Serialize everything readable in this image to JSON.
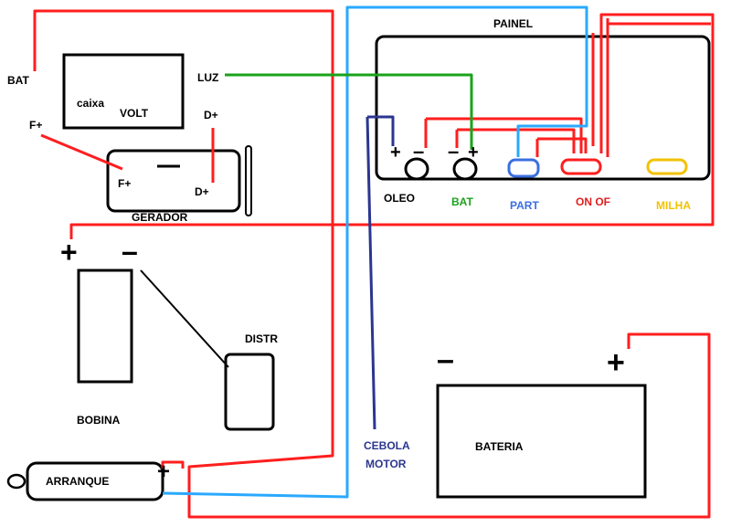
{
  "colors": {
    "red": "#ff1e1e",
    "cyan": "#2aa9ff",
    "green": "#1aa31a",
    "navy": "#2b3690",
    "blue_label": "#3b6fe0",
    "red_label": "#e01e1e",
    "yellow": "#f2c200",
    "black": "#000000"
  },
  "painel": {
    "title": "PAINEL",
    "oleo_label": "OLEO",
    "bat_label": "BAT",
    "part_label": "PART",
    "onof_label": "ON OF",
    "milha_label": "MILHA",
    "plus": "+",
    "minus": "–"
  },
  "caixa_volt": {
    "bat": "BAT",
    "caixa": "caixa",
    "volt": "VOLT",
    "luz": "LUZ",
    "dplus": "D+",
    "fplus": "F+"
  },
  "gerador": {
    "label": "GERADOR",
    "fplus": "F+",
    "dplus": "D+",
    "minus": "–"
  },
  "bobina": {
    "label": "BOBINA",
    "plus": "+",
    "minus": "–"
  },
  "distr": {
    "label": "DISTR"
  },
  "cebola": {
    "line1": "CEBOLA",
    "line2": "MOTOR"
  },
  "bateria": {
    "label": "BATERIA",
    "plus": "+",
    "minus": "–"
  },
  "arranque": {
    "label": "ARRANQUE",
    "plus": "+"
  }
}
